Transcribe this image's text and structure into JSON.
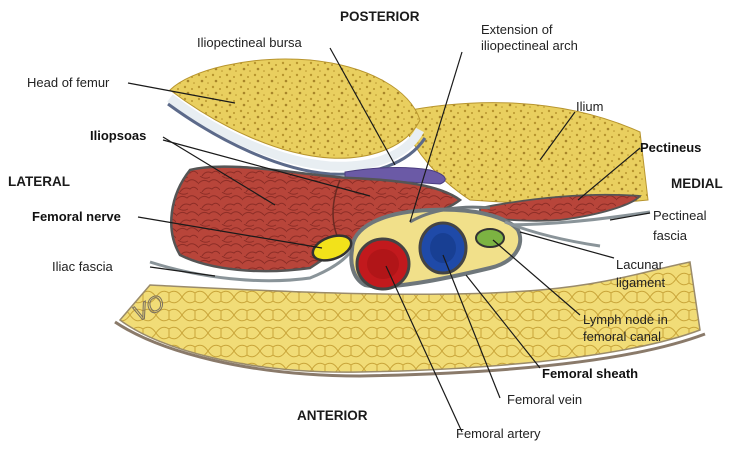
{
  "directions": {
    "posterior": "POSTERIOR",
    "anterior": "ANTERIOR",
    "lateral": "LATERAL",
    "medial": "MEDIAL"
  },
  "labels": {
    "iliopectineal_bursa": "Iliopectineal bursa",
    "extension_line1": "Extension of",
    "extension_line2": "iliopectineal arch",
    "head_of_femur": "Head of femur",
    "ilium": "Ilium",
    "iliopsoas": "Iliopsoas",
    "pectineus": "Pectineus",
    "femoral_nerve": "Femoral nerve",
    "pectineal_fascia_line1": "Pectineal",
    "pectineal_fascia_line2": "fascia",
    "iliac_fascia": "Iliac fascia",
    "lacunar_line1": "Lacunar",
    "lacunar_line2": "ligament",
    "lymph_line1": "Lymph node in",
    "lymph_line2": "femoral canal",
    "femoral_sheath": "Femoral sheath",
    "femoral_vein": "Femoral vein",
    "femoral_artery": "Femoral artery"
  },
  "colors": {
    "bone": "#e9cf5f",
    "bone_cells": "#c9a53a",
    "muscle": "#b8453a",
    "muscle_dark": "#8e2e27",
    "fascia": "#9aa3a8",
    "bursa": "#6b5aa6",
    "artery": "#c2191d",
    "vein": "#1f4aa8",
    "nerve": "#f2e21a",
    "lymph": "#7cb342"
  },
  "graffiti": "VO"
}
